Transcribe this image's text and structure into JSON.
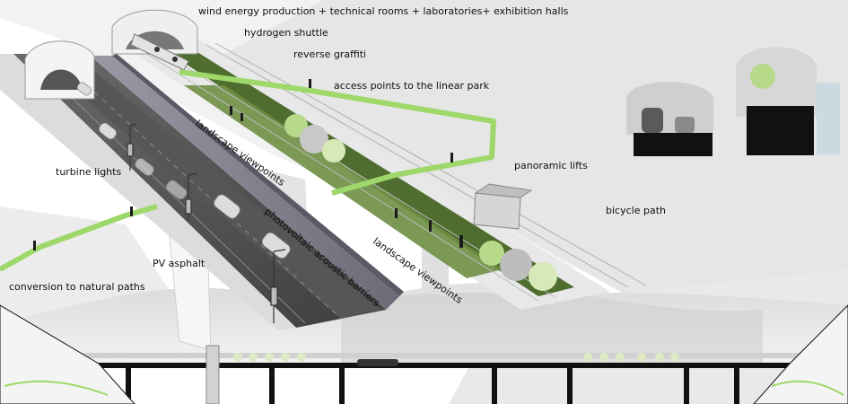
{
  "labels": {
    "wind_energy": "wind energy production + technical rooms + laboratories+ exhibition halls",
    "hydrogen_shuttle": "hydrogen shuttle",
    "reverse_graffiti": "reverse graffiti",
    "access_points": "access points to the linear park",
    "landscape_viewpoints_upper": "landscape viewpoints",
    "panoramic_lifts": "panoramic lifts",
    "turbine_lights": "turbine lights",
    "photovoltaic_barriers": "photovoltaic acoustic barriers",
    "bicycle_path": "bicycle path",
    "landscape_viewpoints_lower": "landscape viewpoints",
    "pv_asphalt": "PV asphalt",
    "conversion_paths": "conversion to natural paths"
  },
  "colors": {
    "green_path": "#9fd86a",
    "park_green": "#4f6d2e",
    "asphalt": "#4a4a4a",
    "barrier": "#7b7b86",
    "structure_black": "#111111"
  }
}
